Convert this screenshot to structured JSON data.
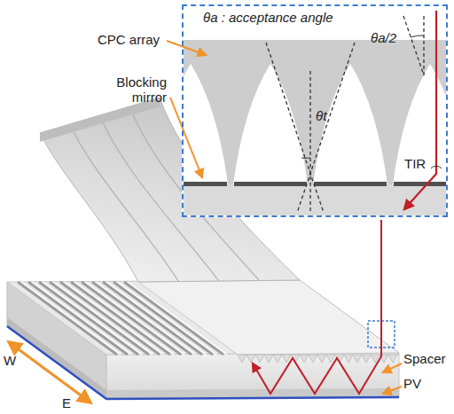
{
  "diagram": {
    "nodes": [
      {
        "text": [
          "θa : acceptance angle"
        ]
      }
    ],
    "labels": [
      "θa/2",
      "CPC array",
      "Blocking mirror",
      "θt",
      "TIR",
      "W",
      "E",
      "Spacer",
      "PV"
    ]
  }
}
